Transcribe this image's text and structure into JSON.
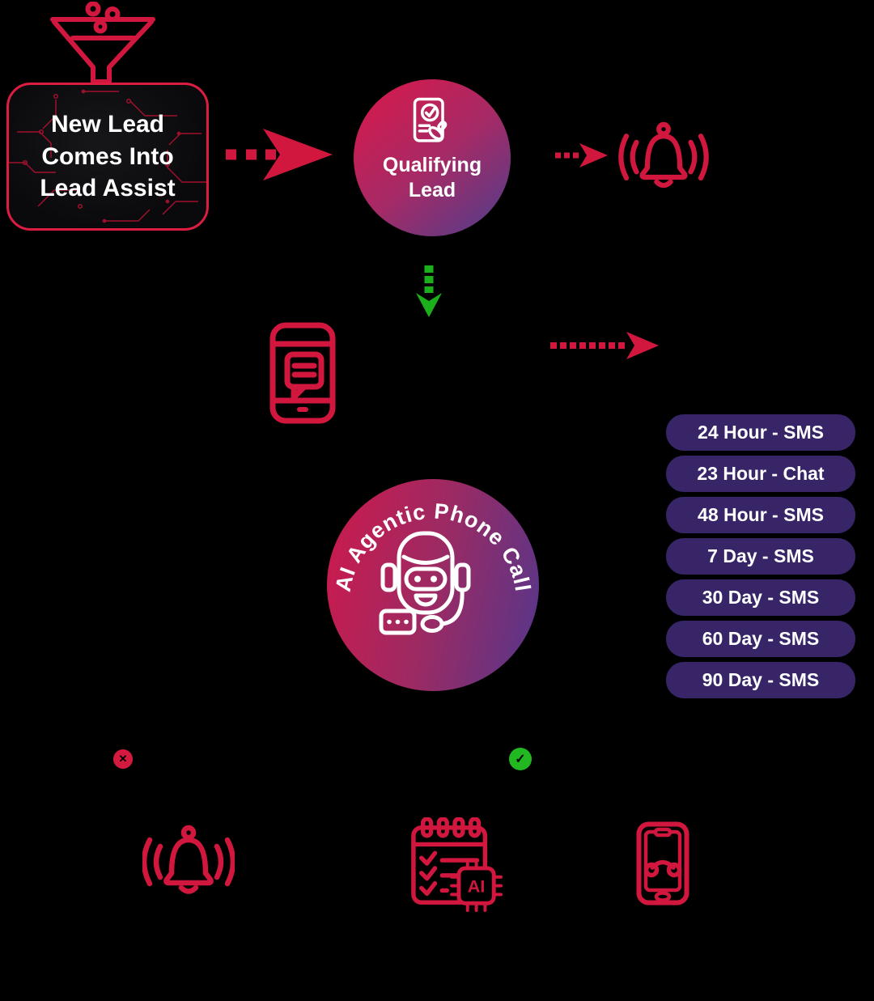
{
  "colors": {
    "background": "#000000",
    "accent_red": "#d2173f",
    "accent_green": "#1bb01b",
    "pill_purple": "#372568",
    "node_gradient_from": "#d6194b",
    "node_gradient_to": "#4c3e8c",
    "text_white": "#ffffff"
  },
  "flow": {
    "lead_box": {
      "line1": "New Lead",
      "line2": "Comes Into",
      "line3": "Lead Assist"
    },
    "qualifying_node": {
      "line1": "Qualifying",
      "line2": "Lead"
    },
    "ai_call_node": {
      "label": "AI Agentic Phone Call"
    },
    "followup_sequence": [
      "24 Hour - SMS",
      "23 Hour - Chat",
      "48 Hour - SMS",
      "7 Day - SMS",
      "30 Day - SMS",
      "60 Day - SMS",
      "90 Day - SMS"
    ],
    "outcomes": {
      "fail_glyph": "✕",
      "success_glyph": "✓"
    },
    "calendar_ai_chip_label": "AI"
  },
  "icons": {
    "lead_intake": "funnel-icon",
    "qualifying": "document-stamp-icon",
    "instant_alert": "ringing-bell-icon",
    "sms_message": "phone-sms-icon",
    "ai_agent": "robot-headset-icon",
    "missed_alert": "ringing-bell-icon",
    "ai_scheduling": "calendar-ai-icon",
    "phone_call": "smartphone-call-icon"
  }
}
